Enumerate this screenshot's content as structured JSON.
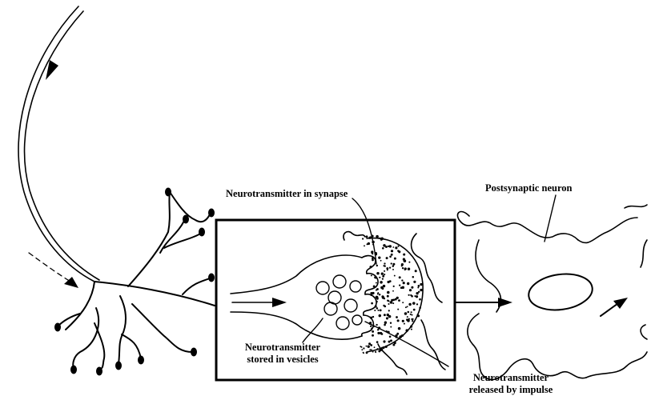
{
  "labels": {
    "synapse": "Neurotransmitter in synapse",
    "postsynaptic": "Postsynaptic neuron",
    "stored_line1": "Neurotransmitter",
    "stored_line2": "stored in vesicles",
    "released_line1": "Neurotransmitter",
    "released_line2": "released by impulse"
  },
  "colors": {
    "ink": "#000000",
    "background": "#ffffff"
  }
}
